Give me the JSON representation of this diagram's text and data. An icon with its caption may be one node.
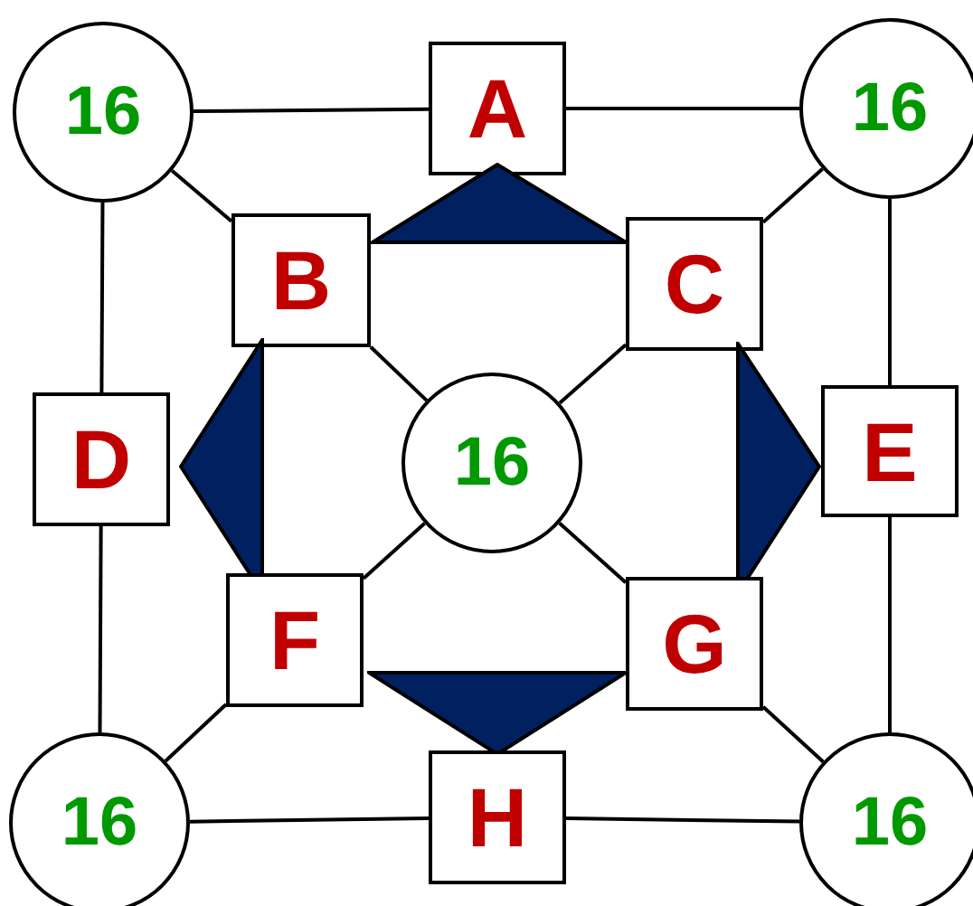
{
  "diagram": {
    "nodes": [
      {
        "text": [
          "16"
        ]
      },
      {
        "text": [
          "A"
        ]
      },
      {
        "text": [
          "16"
        ]
      },
      {
        "text": [],
        "shape": "triangle"
      },
      {
        "text": [
          "B"
        ]
      },
      {
        "text": [
          "C"
        ]
      },
      {
        "text": [
          "D"
        ]
      },
      {
        "text": [],
        "shape": "triangle"
      },
      {
        "text": [
          "16"
        ]
      },
      {
        "text": [],
        "shape": "triangle"
      },
      {
        "text": [
          "E"
        ]
      },
      {
        "text": [
          "F"
        ]
      },
      {
        "text": [
          "G"
        ]
      },
      {
        "text": [],
        "shape": "triangle"
      },
      {
        "text": [
          "16"
        ]
      },
      {
        "text": [
          "H"
        ]
      },
      {
        "text": [
          "16"
        ]
      }
    ],
    "edges": [
      {
        "from": 0,
        "to": 1,
        "arrow": "none"
      },
      {
        "from": 1,
        "to": 2,
        "arrow": "none"
      },
      {
        "from": 0,
        "to": 4,
        "arrow": "none"
      },
      {
        "from": 2,
        "to": 5,
        "arrow": "none"
      },
      {
        "from": 0,
        "to": 6,
        "arrow": "none"
      },
      {
        "from": 2,
        "to": 10,
        "arrow": "none"
      },
      {
        "from": 4,
        "to": 8,
        "arrow": "none"
      },
      {
        "from": 5,
        "to": 8,
        "arrow": "none"
      },
      {
        "from": 8,
        "to": 11,
        "arrow": "none"
      },
      {
        "from": 8,
        "to": 12,
        "arrow": "none"
      },
      {
        "from": 6,
        "to": 14,
        "arrow": "none"
      },
      {
        "from": 10,
        "to": 16,
        "arrow": "none"
      },
      {
        "from": 11,
        "to": 14,
        "arrow": "none"
      },
      {
        "from": 12,
        "to": 16,
        "arrow": "none"
      },
      {
        "from": 14,
        "to": 15,
        "arrow": "none"
      },
      {
        "from": 15,
        "to": 16,
        "arrow": "none"
      }
    ]
  }
}
